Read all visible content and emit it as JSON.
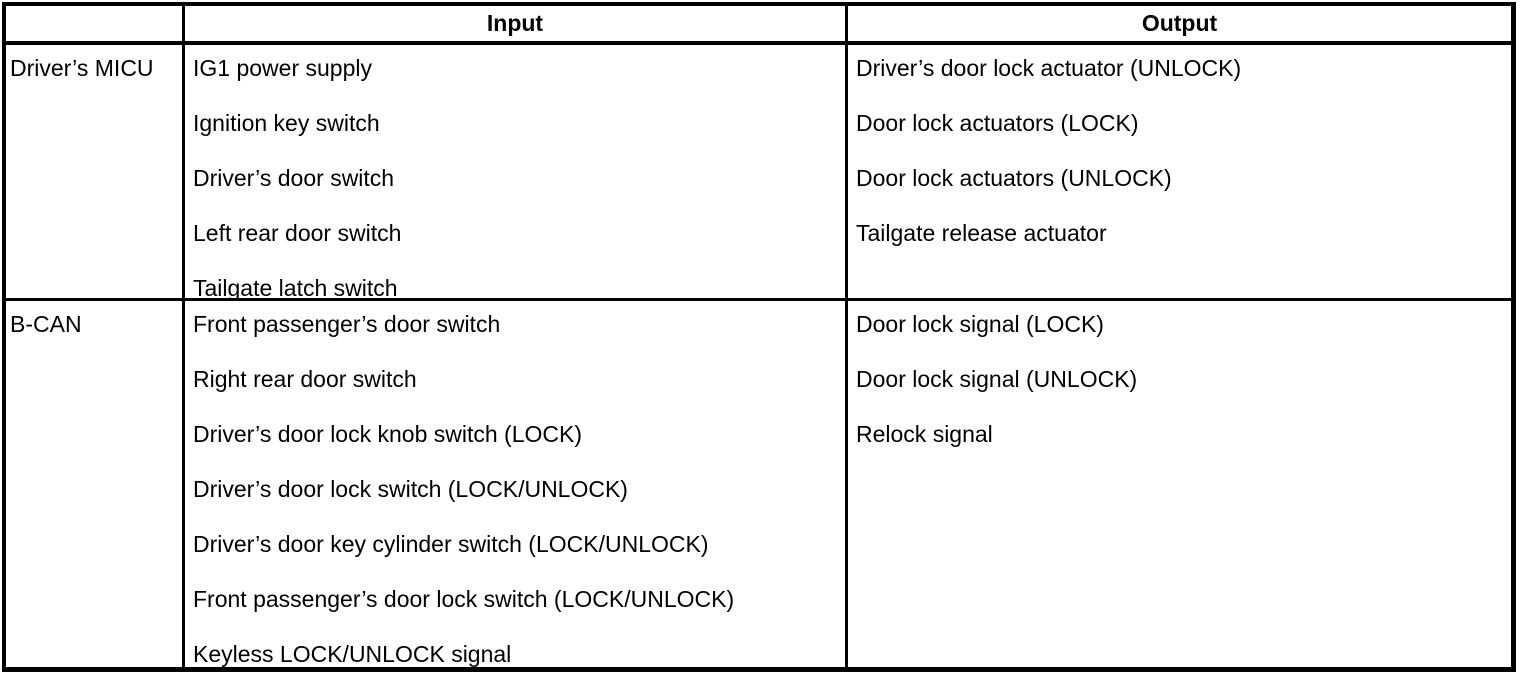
{
  "table": {
    "columns": [
      {
        "key": "system",
        "label": ""
      },
      {
        "key": "input",
        "label": "Input"
      },
      {
        "key": "output",
        "label": "Output"
      }
    ],
    "rows": [
      {
        "system": "Driver’s MICU",
        "input": [
          "IG1 power supply",
          "Ignition key switch",
          "Driver’s door switch",
          "Left rear door switch",
          "Tailgate latch switch"
        ],
        "output": [
          "Driver’s door lock actuator (UNLOCK)",
          "Door lock actuators (LOCK)",
          "Door lock actuators (UNLOCK)",
          "Tailgate release actuator"
        ]
      },
      {
        "system": "B-CAN",
        "input": [
          "Front passenger’s door switch",
          "Right rear door switch",
          "Driver’s door lock knob switch (LOCK)",
          "Driver’s door lock switch (LOCK/UNLOCK)",
          "Driver’s door key cylinder switch (LOCK/UNLOCK)",
          "Front passenger’s door lock switch (LOCK/UNLOCK)",
          "Keyless LOCK/UNLOCK signal"
        ],
        "output": [
          "Door lock signal (LOCK)",
          "Door lock signal (UNLOCK)",
          "Relock signal"
        ]
      }
    ]
  },
  "style": {
    "border_color": "#000000",
    "text_color": "#000000",
    "background": "#ffffff"
  }
}
